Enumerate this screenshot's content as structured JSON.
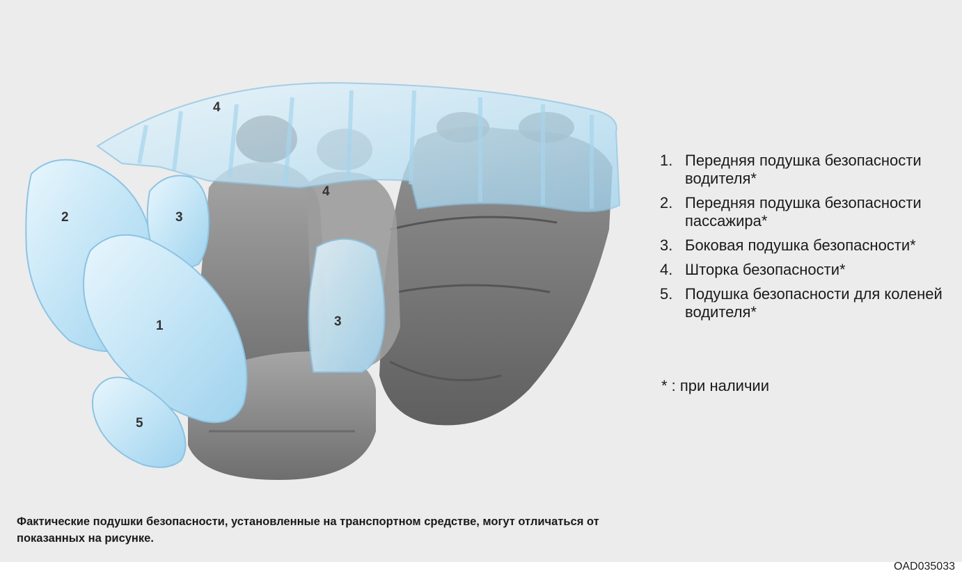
{
  "legend": [
    {
      "num": "1.",
      "text": "Передняя подушка безопасности водителя*"
    },
    {
      "num": "2.",
      "text": "Передняя подушка безопасности пассажира*"
    },
    {
      "num": "3.",
      "text": "Боковая подушка безопасности*"
    },
    {
      "num": "4.",
      "text": "Шторка безопасности*"
    },
    {
      "num": "5.",
      "text": "Подушка безопасности для коленей водителя*"
    }
  ],
  "footnote": "* : при наличии",
  "caption": "Фактические подушки безопасности, установленные на транспортном средстве, могут отличаться от показанных на рисунке.",
  "figure_code": "OAD035033",
  "callouts": {
    "driver_front": "1",
    "passenger_front": "2",
    "side_left": "3",
    "side_right": "3",
    "curtain_top": "4",
    "curtain_mid": "4",
    "knee": "5"
  },
  "colors": {
    "panel_background": "#ececec",
    "airbag_fill": "#cfe9f7",
    "airbag_stroke": "#8cc3e3",
    "seat_fill": "#8f8f8f",
    "seat_dark": "#5d5d5d"
  }
}
